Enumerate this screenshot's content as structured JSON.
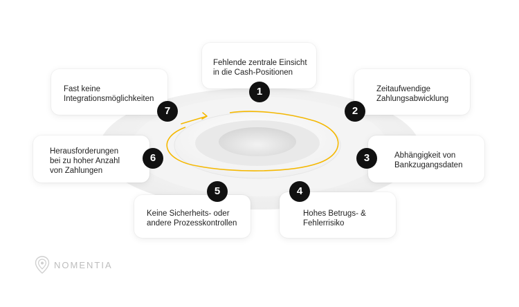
{
  "items": [
    {
      "number": "1",
      "line1": "Fehlende zentrale Einsicht",
      "line2": "in die Cash-Positionen"
    },
    {
      "number": "2",
      "line1": "Zeitaufwendige",
      "line2": "Zahlungsabwicklung"
    },
    {
      "number": "3",
      "line1": "Abhängigkeit von",
      "line2": "Bankzugangsdaten"
    },
    {
      "number": "4",
      "line1": "Hohes Betrugs- &",
      "line2": "Fehlerrisiko"
    },
    {
      "number": "5",
      "line1": "Keine Sicherheits- oder",
      "line2": "andere Prozesskontrollen"
    },
    {
      "number": "6",
      "line1": "Herausforderungen",
      "line2": "bei zu hoher Anzahl",
      "line3": "von Zahlungen"
    },
    {
      "number": "7",
      "line1": "Fast keine",
      "line2": "Integrationsmöglichkeiten"
    }
  ],
  "logo": {
    "text": "NOMENTIA",
    "icon": "location-pin-logo-icon"
  },
  "colors": {
    "accent": "#F5B800",
    "badge": "#111111",
    "logo": "#BDBDBD"
  }
}
